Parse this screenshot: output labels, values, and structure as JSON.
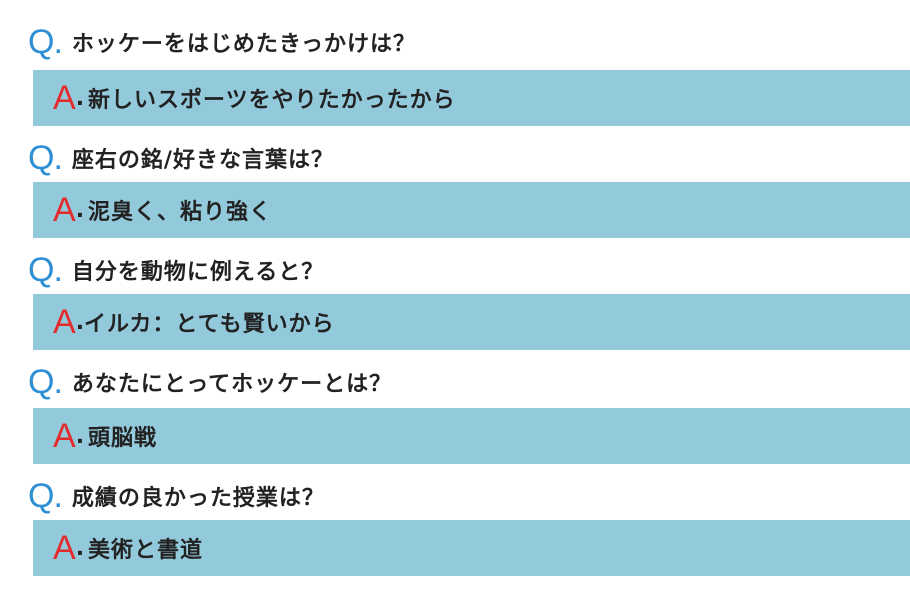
{
  "q_mark": "Q.",
  "a_mark": "A",
  "a_dot": ".",
  "colors": {
    "q_mark": "#2f8fd3",
    "a_mark": "#e42a2a",
    "answer_box": "#93cadb",
    "text": "#222222"
  },
  "items": [
    {
      "question": "ホッケーをはじめたきっかけは？",
      "answer": "新しいスポーツをやりたかったから"
    },
    {
      "question": "座右の銘/好きな言葉は？",
      "answer": "泥臭く、粘り強く"
    },
    {
      "question": "自分を動物に例えると？",
      "answer": "イルカ：とても賢いから"
    },
    {
      "question": "あなたにとってホッケーとは？",
      "answer": "頭脳戦"
    },
    {
      "question": "成績の良かった授業は？",
      "answer": "美術と書道"
    }
  ]
}
